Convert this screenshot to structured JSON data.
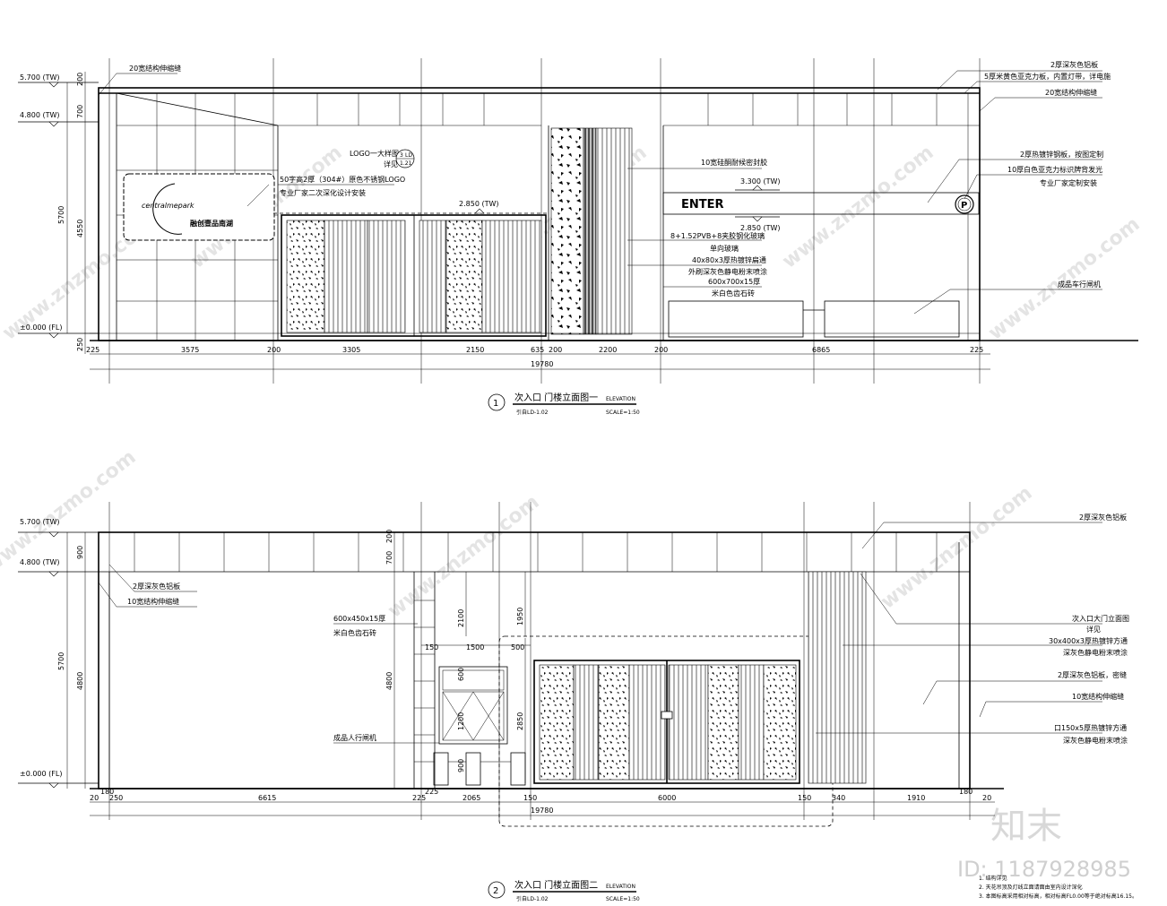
{
  "elevation1": {
    "levels": [
      "5.700 (TW)",
      "4.800 (TW)",
      "±0.000 (FL)"
    ],
    "vdims_outer": [
      "5700"
    ],
    "vdims_inner": [
      "200",
      "700",
      "4550",
      "250"
    ],
    "hdims": [
      "225",
      "3575",
      "200",
      "3305",
      "2150",
      "635",
      "200",
      "2200",
      "200",
      "6865",
      "225"
    ],
    "total": "19780",
    "gate_level": "2.850 (TW)",
    "enter_sign": "ENTER",
    "enter_level_top": "3.300 (TW)",
    "enter_level_bottom": "2.850 (TW)",
    "parking_symbol": "P",
    "logo_script": "centralmepark",
    "logo_cn": "融创壹品南湖",
    "callout_ref_num": "3",
    "callout_ref_sheet": "LD",
    "callout_ref_page": "1.21",
    "annotations_left": [
      "20宽结构伸缩缝",
      "LOGO一大样图",
      "详见",
      "50字高2厚（304#）原色不锈钢LOGO",
      "专业厂家二次深化设计安装"
    ],
    "annotations_mid": [
      "10宽硅酮耐候密封胶",
      "8+1.52PVB+8夹胶钢化玻璃",
      "单向玻璃",
      "40x80x3厚热镀锌扁通",
      "外刷深灰色静电粉末喷涂",
      "600x700x15厚",
      "米白色齿石砖"
    ],
    "annotations_right": [
      "2厚深灰色铝板",
      "5厚米黄色亚克力板，内置灯带，详电施",
      "20宽结构伸缩缝",
      "2厚热镀锌钢板，按图定制",
      "10厚白色亚克力标识牌背发光",
      "专业厂家定制安装",
      "成品车行闸机"
    ],
    "title_num": "1",
    "title": "次入口 门楼立面图一",
    "title_en": "ELEVATION",
    "sub_left": "引自LD-1.02",
    "sub_right": "SCALE=1:50"
  },
  "elevation2": {
    "levels": [
      "5.700 (TW)",
      "4.800 (TW)",
      "±0.000 (FL)"
    ],
    "vdims_outer": [
      "5700"
    ],
    "vdims_inner": [
      "900",
      "4800"
    ],
    "vdims_mid": [
      "200",
      "700",
      "4800",
      "2100",
      "1950",
      "2850",
      "600",
      "1200",
      "900"
    ],
    "hdims_top": [
      "150",
      "1500",
      "500"
    ],
    "hdims": [
      "20",
      "180",
      "250",
      "6615",
      "225",
      "225",
      "2065",
      "150",
      "6000",
      "150",
      "340",
      "1910",
      "180",
      "20"
    ],
    "total": "19780",
    "annotations_left": [
      "2厚深灰色铝板",
      "10宽结构伸缩缝",
      "600x450x15厚",
      "米白色齿石砖",
      "成品人行闸机"
    ],
    "annotations_right": [
      "2厚深灰色铝板",
      "次入口大门立面图",
      "详见",
      "30x400x3厚热镀锌方通",
      "深灰色静电粉末喷涂",
      "2厚深灰色铝板，密缝",
      "10宽结构伸缩缝",
      "口150x5厚热镀锌方通",
      "深灰色静电粉末喷涂"
    ],
    "notes": [
      "1. 结构详见",
      "2. 天花吊顶及灯线立面请面由室内设计深化",
      "3. 本图标高采用相对标高，相对标高FL0.00等于绝对标高16.15。"
    ],
    "title_num": "2",
    "title": "次入口 门楼立面图二",
    "title_en": "ELEVATION",
    "sub_left": "引自LD-1.02",
    "sub_right": "SCALE=1:50"
  },
  "watermark": {
    "text": "www.znzmo.com",
    "brand": "知末",
    "id_label": "ID: 1187928985"
  }
}
